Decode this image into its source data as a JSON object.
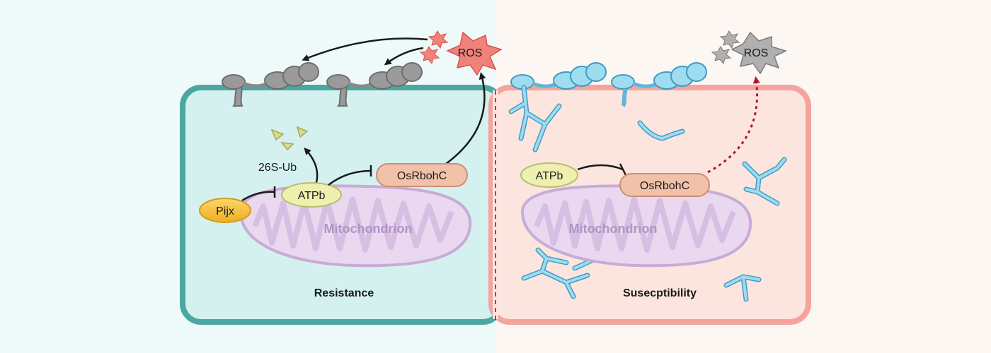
{
  "panels": {
    "left": {
      "caption": "Resistance"
    },
    "right": {
      "caption": "Susecptibility"
    }
  },
  "labels": {
    "ros_left": "ROS",
    "ros_right": "ROS",
    "ub": "26S-Ub",
    "pijx": "Pijx",
    "atpb_left": "ATPb",
    "atpb_right": "ATPb",
    "osrbohc_left": "OsRbohC",
    "osrbohc_right": "OsRbohC",
    "mito_left": "Mitochondrion",
    "mito_right": "Mitochondrion"
  },
  "colors": {
    "left_bg": "#eef9f9",
    "right_bg": "#fdf7f4",
    "left_cell_fill": "#d4f1f0",
    "left_cell_border": "#4aa8a0",
    "right_cell_fill": "#fde5df",
    "right_cell_border": "#f4a49c",
    "mito_fill": "#e9d8ef",
    "mito_stroke": "#c7acd6",
    "pijx": "#f6c343",
    "atpb": "#eef0b0",
    "osrbohc": "#f2c1aa",
    "ros_active": "#f0827a",
    "ros_inactive": "#9c9c9c",
    "hyphae": "#5fb8d8",
    "dotted_arrow": "#b2182b"
  }
}
